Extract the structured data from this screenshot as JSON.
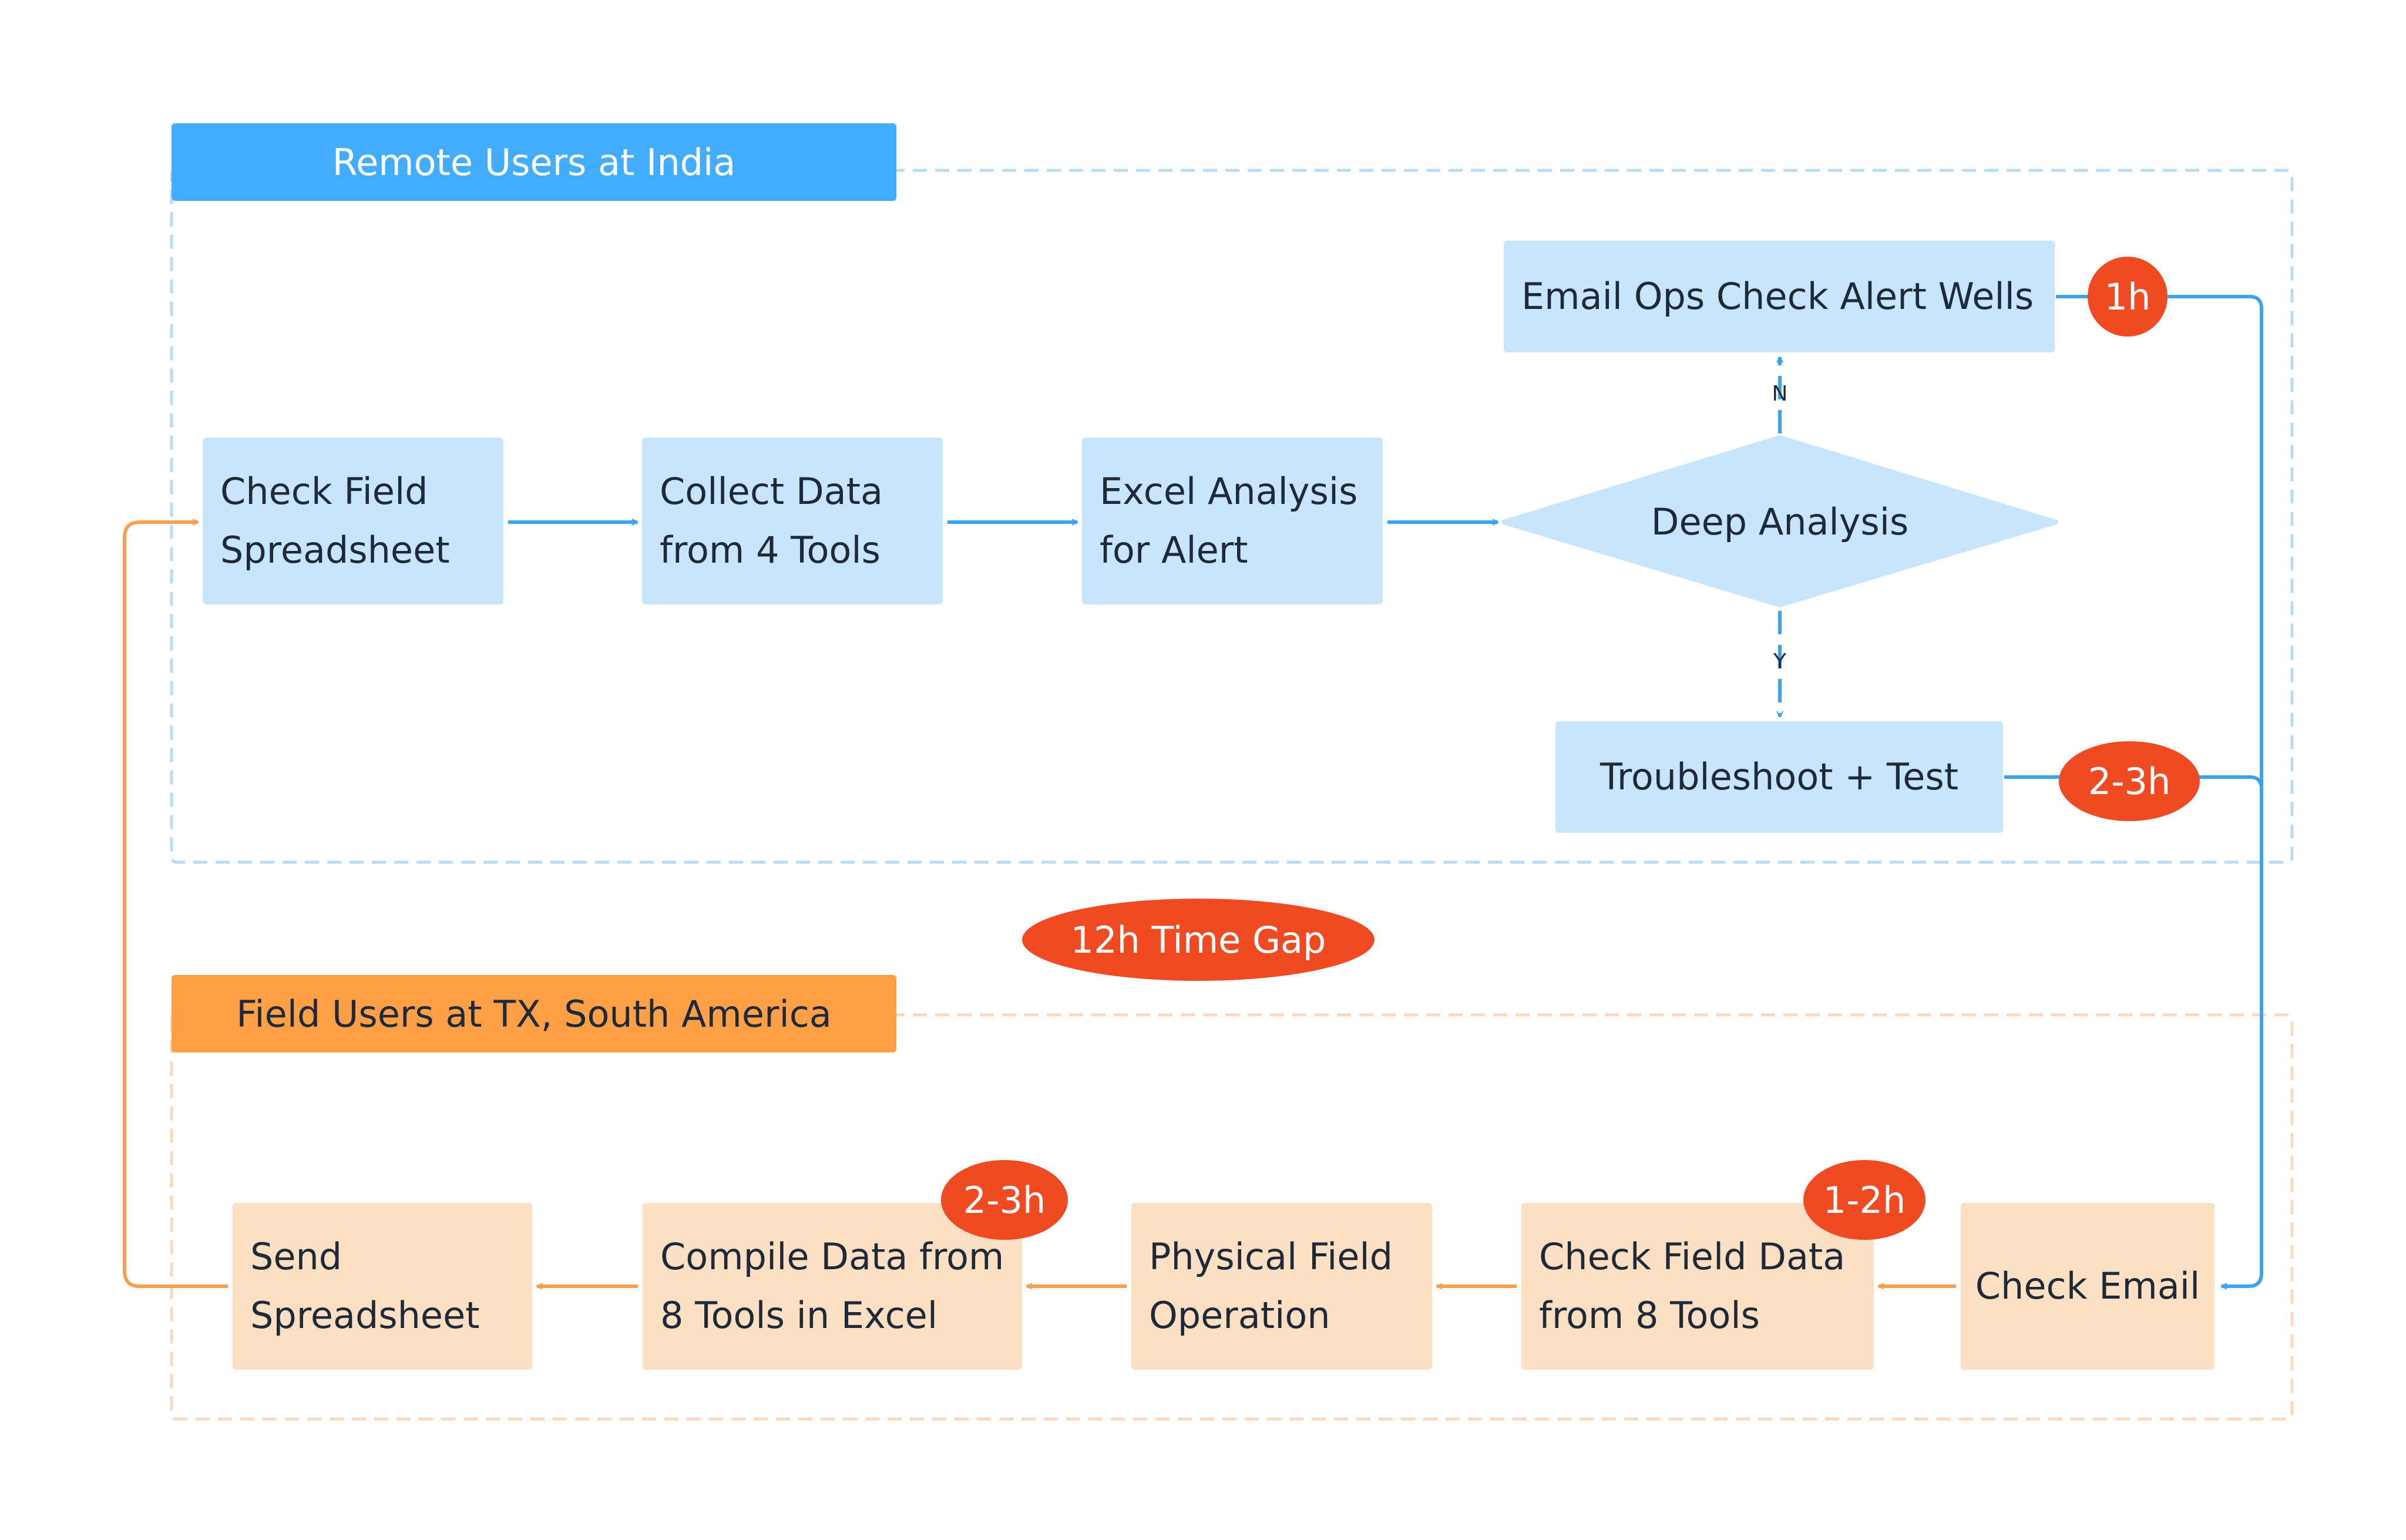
{
  "colors": {
    "blue_accent": "#42adff",
    "blue_box": "#c7e6fd",
    "blue_arrow": "#3ba3f2",
    "orange_accent": "#ffa047",
    "orange_box": "#fde0c3",
    "orange_arrow": "#f7a04f",
    "badge_red": "#f04a23",
    "text_dark": "#1e2a38"
  },
  "lanes": {
    "remote": {
      "title": "Remote Users at India"
    },
    "field": {
      "title": "Field Users at TX, South America"
    }
  },
  "nodes": {
    "check_field_spreadsheet": {
      "line1": "Check Field",
      "line2": "Spreadsheet"
    },
    "collect_data": {
      "line1": "Collect Data",
      "line2": "from 4 Tools"
    },
    "excel_analysis": {
      "line1": "Excel Analysis",
      "line2": "for Alert"
    },
    "deep_analysis": {
      "label": "Deep Analysis"
    },
    "email_ops": {
      "label": "Email Ops Check Alert Wells"
    },
    "troubleshoot": {
      "label": "Troubleshoot + Test"
    },
    "check_email": {
      "label": "Check Email"
    },
    "check_field_data": {
      "line1": "Check Field Data",
      "line2": "from 8 Tools"
    },
    "physical_field": {
      "line1": "Physical Field",
      "line2": "Operation"
    },
    "compile_data": {
      "line1": "Compile Data from",
      "line2": "8 Tools in Excel"
    },
    "send_spreadsheet": {
      "line1": "Send",
      "line2": "Spreadsheet"
    }
  },
  "decision_labels": {
    "no": "N",
    "yes": "Y"
  },
  "badges": {
    "email_ops": "1h",
    "troubleshoot": "2-3h",
    "time_gap": "12h Time Gap",
    "check_field_data": "1-2h",
    "compile_data": "2-3h"
  }
}
